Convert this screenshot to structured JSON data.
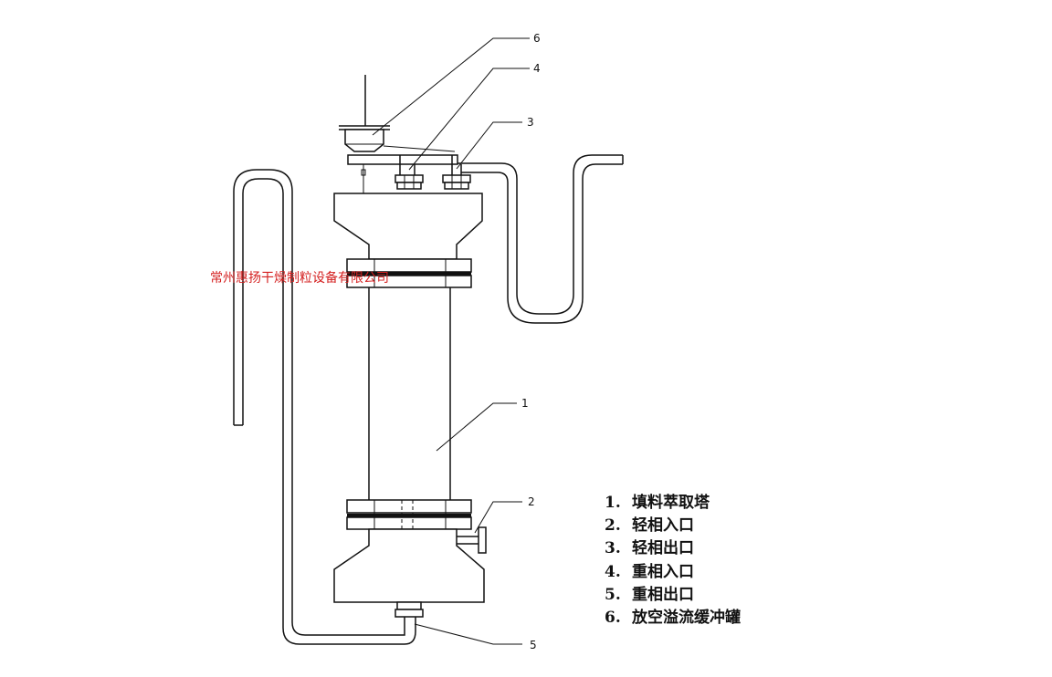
{
  "watermark": "常州惠扬干燥制粒设备有限公司",
  "callouts": [
    "6",
    "4",
    "3",
    "1",
    "2",
    "5"
  ],
  "legend": [
    {
      "num": "1.",
      "label": "填料萃取塔"
    },
    {
      "num": "2.",
      "label": "轻相入口"
    },
    {
      "num": "3.",
      "label": "轻相出口"
    },
    {
      "num": "4.",
      "label": "重相入口"
    },
    {
      "num": "5.",
      "label": "重相出口"
    },
    {
      "num": "6.",
      "label": "放空溢流缓冲罐"
    }
  ]
}
